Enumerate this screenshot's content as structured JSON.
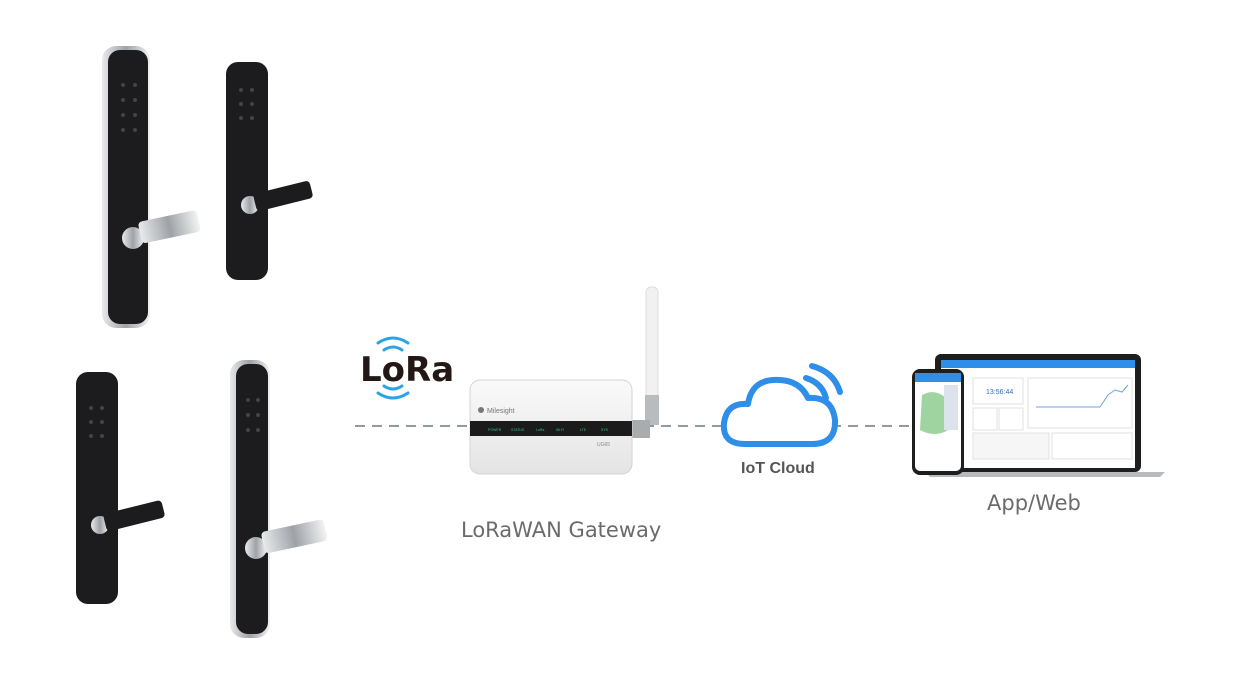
{
  "diagram": {
    "lora_logo": "LoRa",
    "gateway": {
      "label": "LoRaWAN Gateway",
      "brand": "Milesight",
      "model": "UG65",
      "leds": [
        "POWER",
        "STATUS",
        "LoRa",
        "Wi-Fi",
        "LTE",
        "SYS"
      ]
    },
    "cloud": {
      "label": "IoT Cloud"
    },
    "app": {
      "label": "App/Web",
      "clock": "13:56:44"
    },
    "colors": {
      "accent": "#2f8ee8",
      "line": "#8e9aa6",
      "lock_black": "#1c1c1e",
      "silver": "#c9ccd0"
    }
  }
}
